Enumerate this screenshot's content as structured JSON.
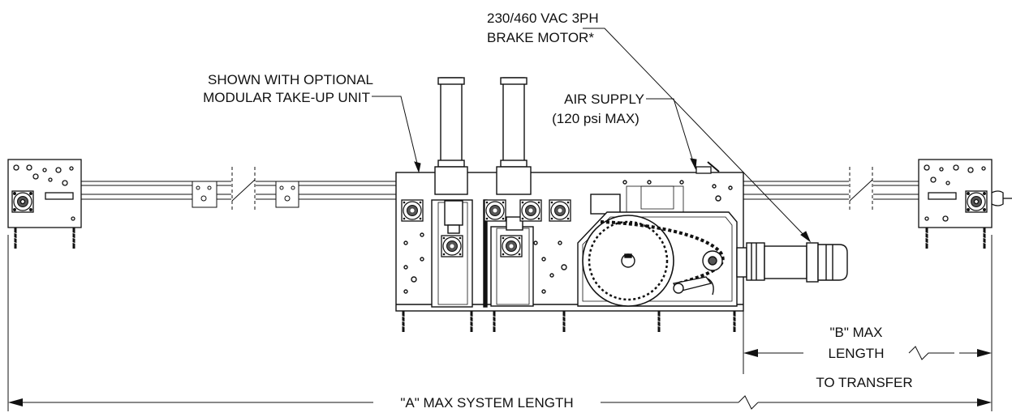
{
  "callouts": {
    "motor_line1": "230/460 VAC 3PH",
    "motor_line2": "BRAKE MOTOR*",
    "takeup_line1": "SHOWN WITH OPTIONAL",
    "takeup_line2": "MODULAR TAKE-UP UNIT",
    "air_line1": "AIR SUPPLY",
    "air_line2": "(120 psi MAX)"
  },
  "dimensions": {
    "b_line1": "\"B\" MAX",
    "b_line2": "LENGTH",
    "b_line3": "TO TRANSFER",
    "a_label": "\"A\" MAX SYSTEM LENGTH"
  }
}
